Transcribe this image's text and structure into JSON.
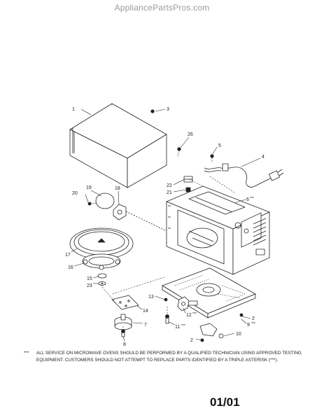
{
  "watermark": "AppliancePartsPros.com",
  "callouts": {
    "c1": "1",
    "c2a": "2",
    "c2b": "2",
    "c3": "3",
    "c4": "4",
    "c5": "5",
    "c6": "6",
    "c7": "7",
    "c8": "8",
    "c9": "9",
    "c10": "10",
    "c11": "11",
    "c12": "12",
    "c13": "13",
    "c14": "14",
    "c15": "15",
    "c16": "16",
    "c17": "17",
    "c18": "18",
    "c19": "19",
    "c20": "20",
    "c21": "21",
    "c22": "22",
    "c23": "23",
    "c26": "26"
  },
  "stars": {
    "s6": "***",
    "s9": "***",
    "s11": "***",
    "s12": "***"
  },
  "note": {
    "stars": "***",
    "text": "All service on microwave ovens should be performed by a qualified technician using approved testing equipment. Customers should not attempt to replace parts identified by a triple asterisk (***)."
  },
  "page_number": "01/01"
}
